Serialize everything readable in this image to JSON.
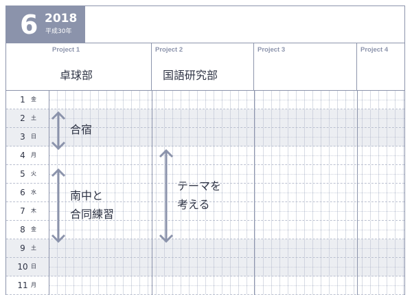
{
  "month": {
    "number": "6",
    "year": "2018",
    "era": "平成30年"
  },
  "projects": [
    {
      "label": "Project 1",
      "title": "卓球部"
    },
    {
      "label": "Project 2",
      "title": "国語研究部"
    },
    {
      "label": "Project 3",
      "title": ""
    },
    {
      "label": "Project 4",
      "title": ""
    }
  ],
  "days": [
    {
      "day": "1",
      "weekday": "金",
      "weekend": false
    },
    {
      "day": "2",
      "weekday": "土",
      "weekend": true
    },
    {
      "day": "3",
      "weekday": "日",
      "weekend": true
    },
    {
      "day": "4",
      "weekday": "月",
      "weekend": false
    },
    {
      "day": "5",
      "weekday": "火",
      "weekend": false
    },
    {
      "day": "6",
      "weekday": "水",
      "weekend": false
    },
    {
      "day": "7",
      "weekday": "木",
      "weekend": false
    },
    {
      "day": "8",
      "weekday": "金",
      "weekend": false
    },
    {
      "day": "9",
      "weekday": "土",
      "weekend": true
    },
    {
      "day": "10",
      "weekday": "日",
      "weekend": true
    },
    {
      "day": "11",
      "weekday": "月",
      "weekend": false
    }
  ],
  "notes": {
    "camp": "合宿",
    "practice_line1": "南中と",
    "practice_line2": "合同練習",
    "theme_line1": "テーマを",
    "theme_line2": "考える"
  },
  "colors": {
    "accent": "#8b93ab",
    "weekend_fill": "#eceef2",
    "text": "#2e3344"
  },
  "icons": [
    "double-arrow-icon"
  ]
}
